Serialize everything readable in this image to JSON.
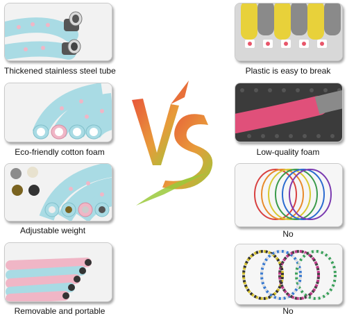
{
  "left_panels": [
    {
      "caption": "Thickened stainless steel tube"
    },
    {
      "caption": "Eco-friendly cotton foam"
    },
    {
      "caption": "Adjustable weight"
    },
    {
      "caption": "Removable and portable"
    }
  ],
  "right_panels": [
    {
      "caption": "Plastic is easy to break"
    },
    {
      "caption": "Low-quality foam"
    },
    {
      "caption": "No"
    },
    {
      "caption": "No"
    }
  ],
  "colors": {
    "foam_blue": "#a9dbe4",
    "foam_pink": "#f0b6c6",
    "vs_orange": "#e8563a",
    "vs_green": "#9ac93b"
  }
}
